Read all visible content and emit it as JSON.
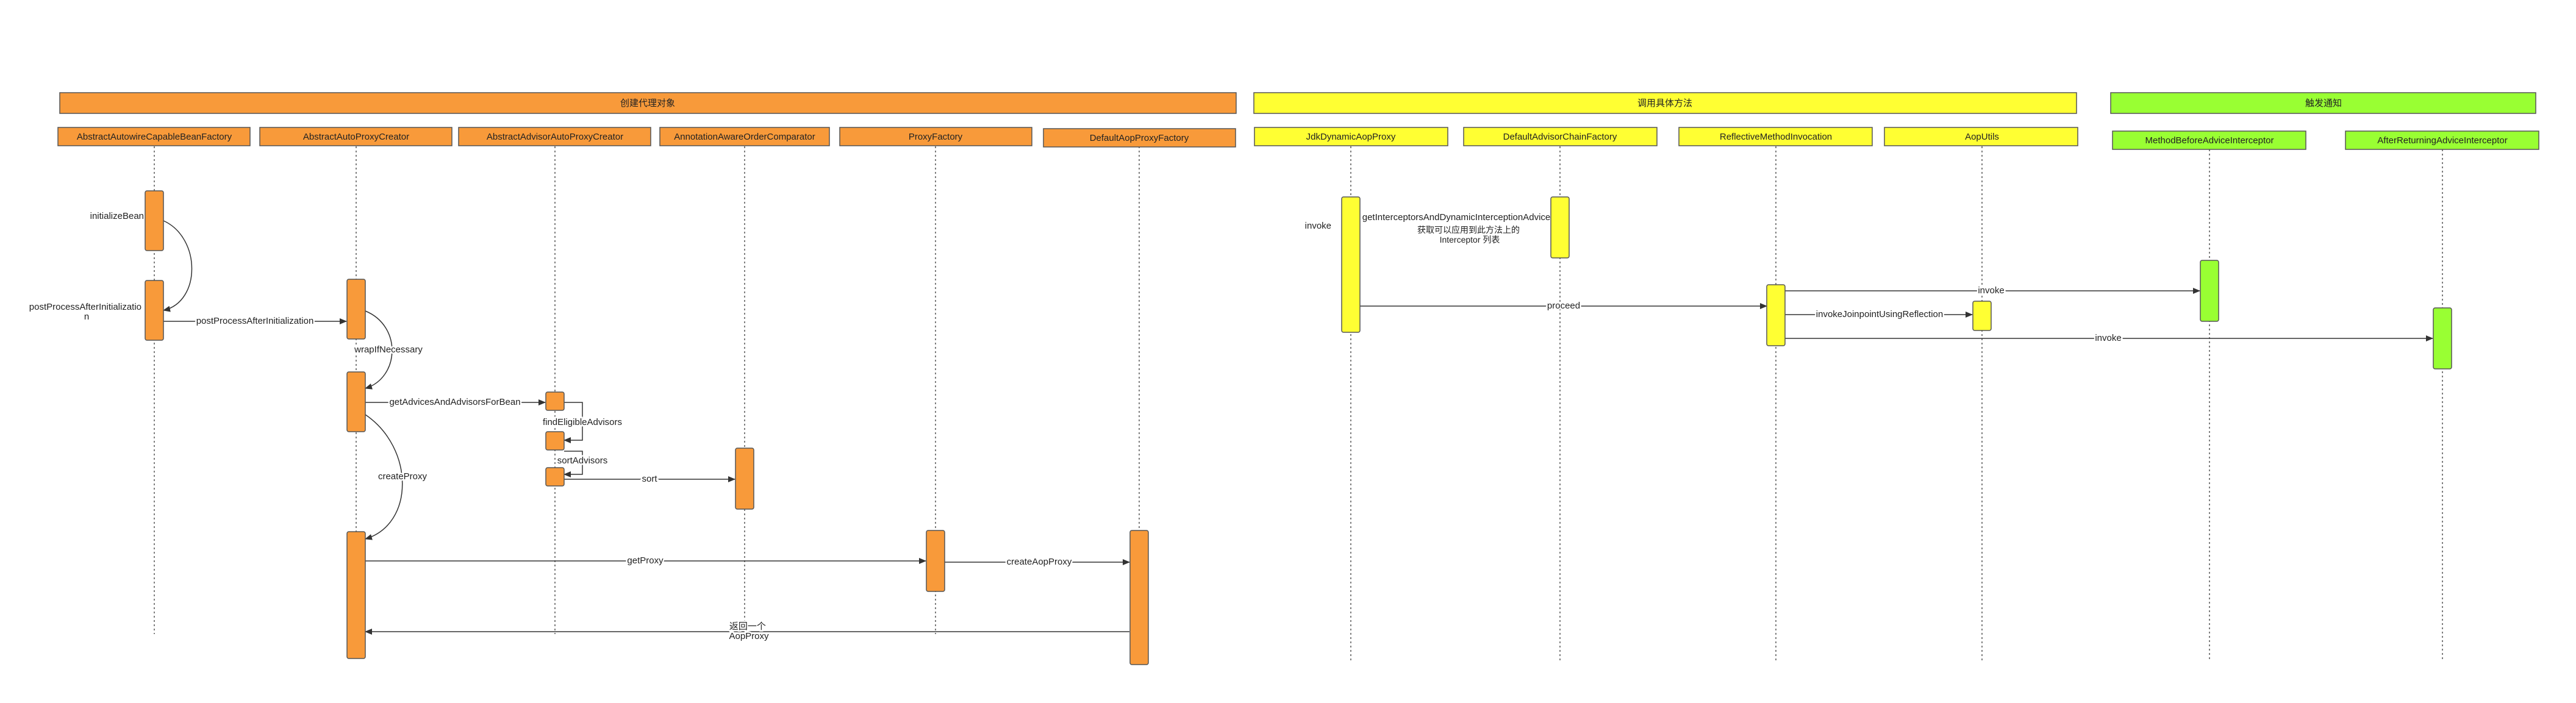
{
  "colors": {
    "orange": "#F89A3A",
    "yellow": "#FFFF33",
    "green": "#99FF33",
    "line": "#333333"
  },
  "groups": [
    {
      "id": "g1",
      "label": "创建代理对象",
      "color": "orange"
    },
    {
      "id": "g2",
      "label": "调用具体方法",
      "color": "yellow"
    },
    {
      "id": "g3",
      "label": "触发通知",
      "color": "green"
    }
  ],
  "participants": [
    {
      "id": "p1",
      "label": "AbstractAutowireCapableBeanFactory",
      "color": "orange"
    },
    {
      "id": "p2",
      "label": "AbstractAutoProxyCreator",
      "color": "orange"
    },
    {
      "id": "p3",
      "label": "AbstractAdvisorAutoProxyCreator",
      "color": "orange"
    },
    {
      "id": "p4",
      "label": "AnnotationAwareOrderComparator",
      "color": "orange"
    },
    {
      "id": "p5",
      "label": "ProxyFactory",
      "color": "orange"
    },
    {
      "id": "p6",
      "label": "DefaultAopProxyFactory",
      "color": "orange"
    },
    {
      "id": "p7",
      "label": "JdkDynamicAopProxy",
      "color": "yellow"
    },
    {
      "id": "p8",
      "label": "DefaultAdvisorChainFactory",
      "color": "yellow"
    },
    {
      "id": "p9",
      "label": "ReflectiveMethodInvocation",
      "color": "yellow"
    },
    {
      "id": "p10",
      "label": "AopUtils",
      "color": "yellow"
    },
    {
      "id": "p11",
      "label": "MethodBeforeAdviceInterceptor",
      "color": "green"
    },
    {
      "id": "p12",
      "label": "AfterReturningAdviceInterceptor",
      "color": "green"
    }
  ],
  "messages": [
    {
      "id": "m1",
      "label": "initializeBean"
    },
    {
      "id": "m2",
      "label": "postProcessAfterInitialization",
      "label_lines": [
        "postProcessAfterInitializatio",
        "n"
      ]
    },
    {
      "id": "m3",
      "label": "postProcessAfterInitialization"
    },
    {
      "id": "m4",
      "label": "wrapIfNecessary"
    },
    {
      "id": "m5",
      "label": "getAdvicesAndAdvisorsForBean"
    },
    {
      "id": "m6",
      "label": "findEligibleAdvisors"
    },
    {
      "id": "m7",
      "label": "sortAdvisors"
    },
    {
      "id": "m8",
      "label": "sort"
    },
    {
      "id": "m9",
      "label": "createProxy"
    },
    {
      "id": "m10",
      "label": "getProxy"
    },
    {
      "id": "m11",
      "label": "createAopProxy"
    },
    {
      "id": "m12",
      "label": "返回一个 AopProxy",
      "label_lines": [
        "返回一个",
        "AopProxy"
      ]
    },
    {
      "id": "m13",
      "label": "invoke"
    },
    {
      "id": "m14",
      "label": "getInterceptorsAndDynamicInterceptionAdvice"
    },
    {
      "id": "m15",
      "label": "proceed"
    },
    {
      "id": "m16",
      "label": "invoke"
    },
    {
      "id": "m17",
      "label": "invokeJoinpointUsingReflection"
    },
    {
      "id": "m18",
      "label": "invoke"
    }
  ],
  "notes": [
    {
      "id": "n1",
      "lines": [
        "获取可以应用到此方法上的",
        "Interceptor 列表"
      ]
    }
  ]
}
